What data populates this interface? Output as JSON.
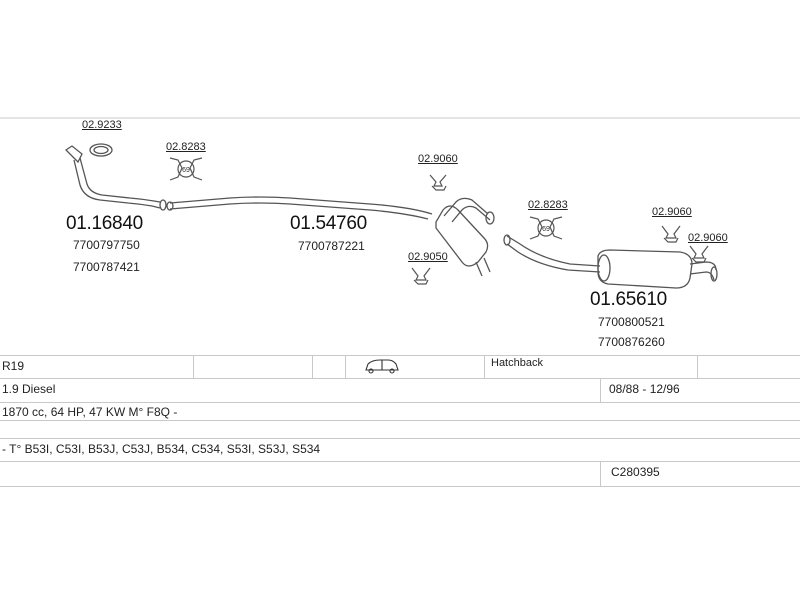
{
  "parts": {
    "front_pipe": {
      "number": "01.16840",
      "oem": [
        "7700797750",
        "7700787421"
      ],
      "clamp": "02.9233"
    },
    "middle": {
      "number": "01.54760",
      "oem": [
        "7700787221"
      ]
    },
    "rear": {
      "number": "01.65610",
      "oem": [
        "7700800521",
        "7700876260"
      ]
    },
    "fittings": {
      "mount_a": "02.8283",
      "mount_b": "02.8283",
      "rubber_1": "02.9060",
      "rubber_2": "02.9050",
      "rubber_3": "02.9060",
      "rubber_4": "02.9060"
    }
  },
  "info_table": {
    "model": "R19",
    "body_type": "Hatchback",
    "body_icon": "car-icon",
    "engine": "1.9 Diesel",
    "years": "08/88 - 12/96",
    "specs": "1870 cc, 64 HP, 47 KW M° F8Q -",
    "type_codes": "- T° B53I, C53I, B53J, C53J, B534, C534, S53I, S53J, S534",
    "ref": "C280395"
  },
  "colors": {
    "line": "#555555",
    "grid": "#c8c8c8"
  }
}
